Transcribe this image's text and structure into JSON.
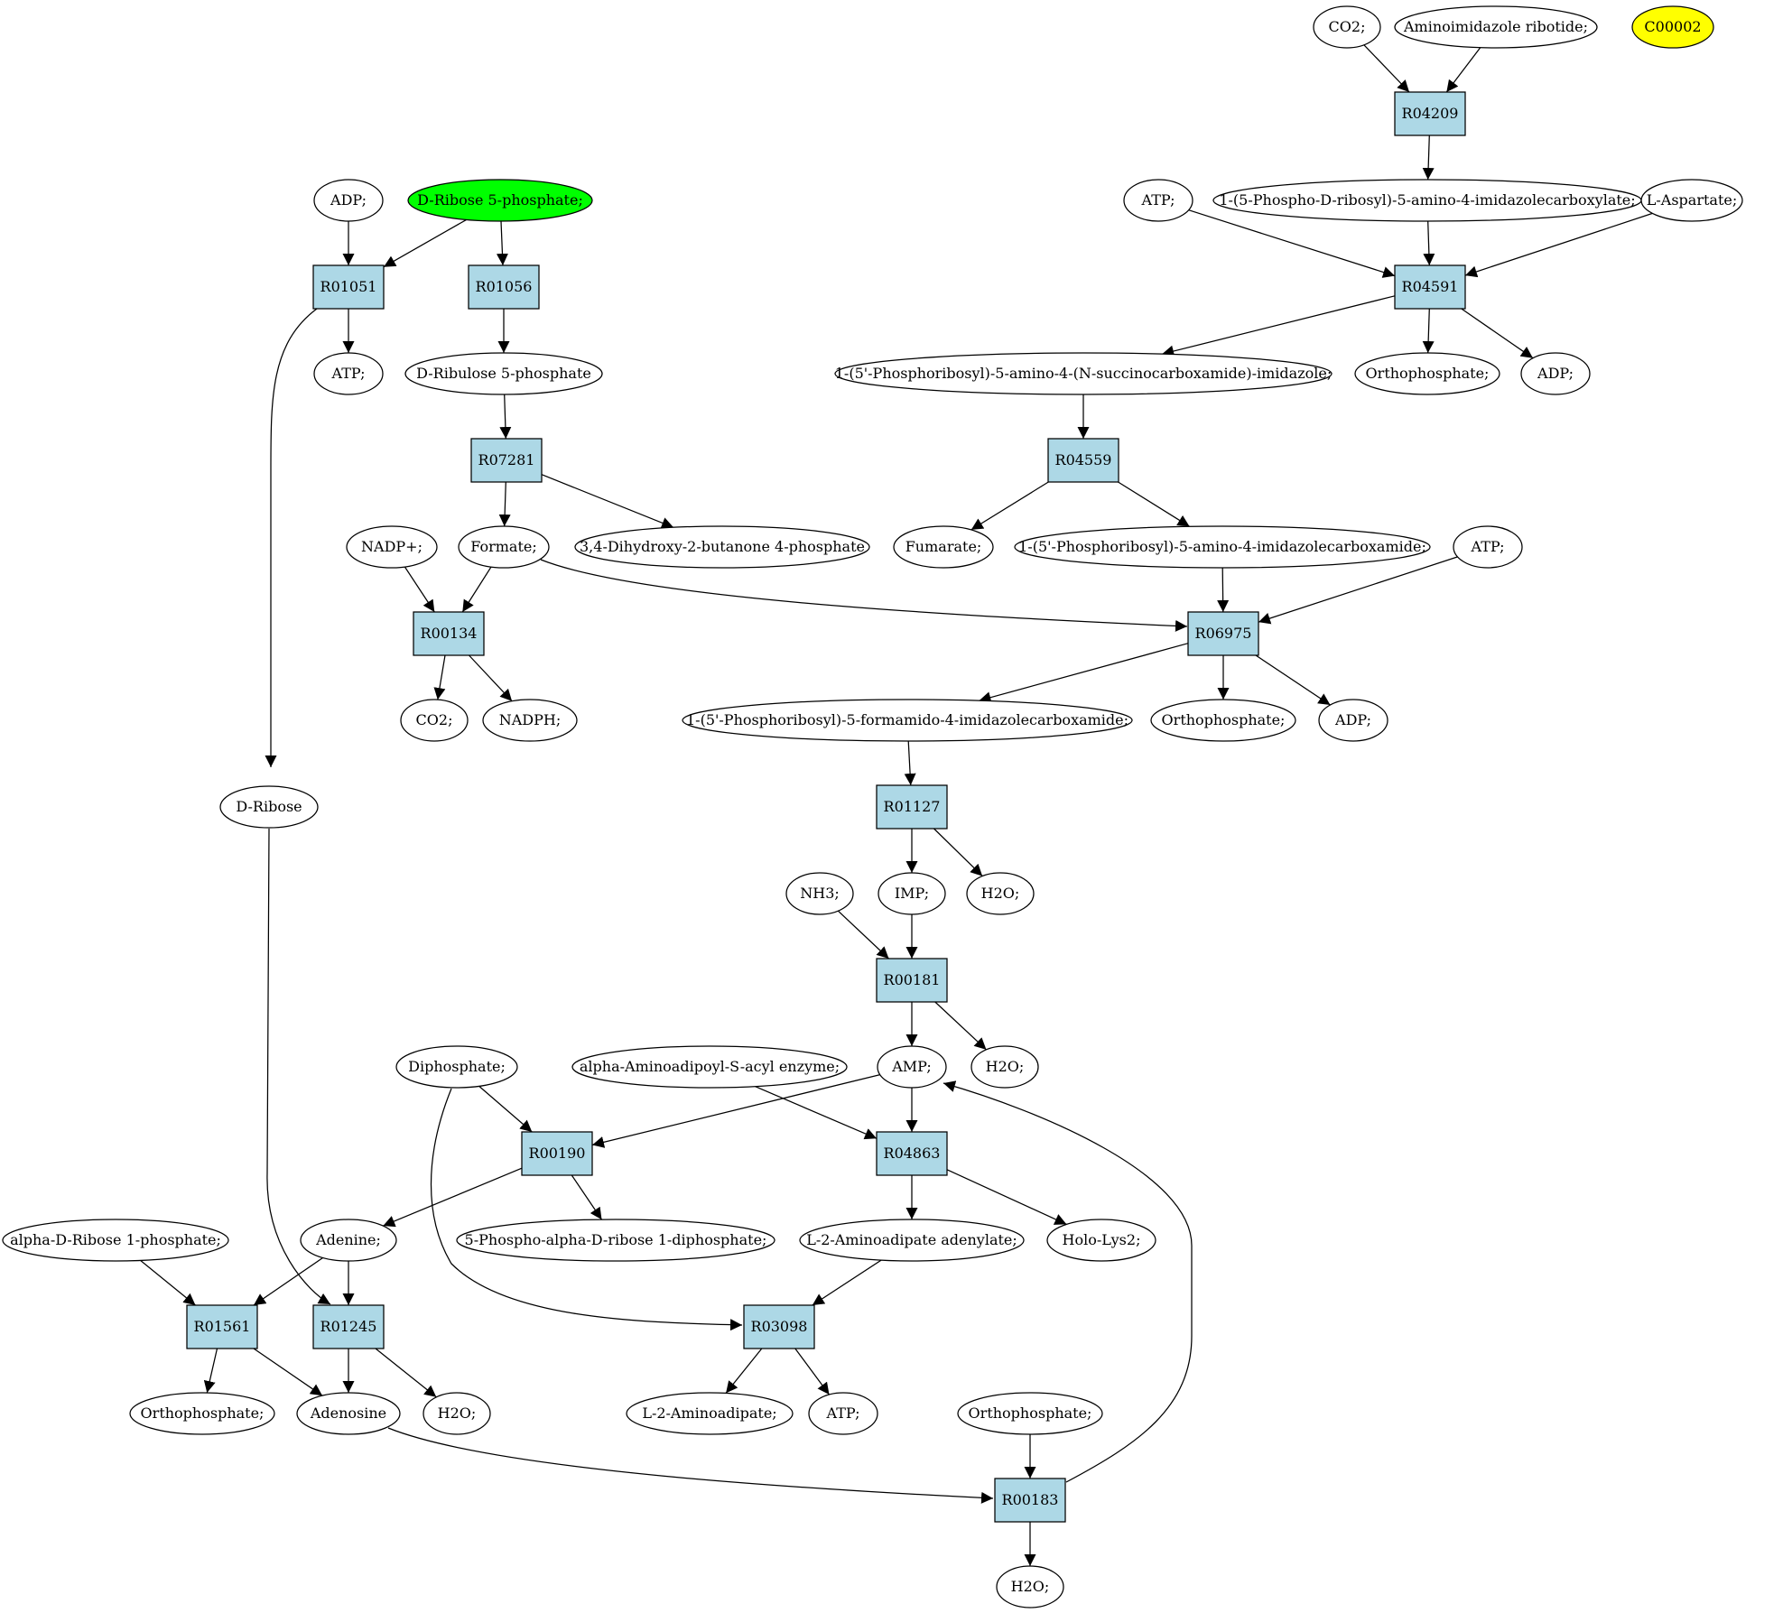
{
  "colors": {
    "reaction_fill": "#add8e6",
    "highlight_green": "#00ff00",
    "highlight_yellow": "#ffff00",
    "compound_fill": "#ffffff"
  },
  "reactions": [
    {
      "id": "R04209",
      "label": "R04209"
    },
    {
      "id": "R04591",
      "label": "R04591"
    },
    {
      "id": "R01051",
      "label": "R01051"
    },
    {
      "id": "R01056",
      "label": "R01056"
    },
    {
      "id": "R07281",
      "label": "R07281"
    },
    {
      "id": "R04559",
      "label": "R04559"
    },
    {
      "id": "R00134",
      "label": "R00134"
    },
    {
      "id": "R06975",
      "label": "R06975"
    },
    {
      "id": "R01127",
      "label": "R01127"
    },
    {
      "id": "R00181",
      "label": "R00181"
    },
    {
      "id": "R00190",
      "label": "R00190"
    },
    {
      "id": "R04863",
      "label": "R04863"
    },
    {
      "id": "R01561",
      "label": "R01561"
    },
    {
      "id": "R01245",
      "label": "R01245"
    },
    {
      "id": "R03098",
      "label": "R03098"
    },
    {
      "id": "R00183",
      "label": "R00183"
    }
  ],
  "compounds": [
    {
      "id": "co2_top",
      "label": "CO2;"
    },
    {
      "id": "aminoimidazole_ribotide",
      "label": "Aminoimidazole ribotide;"
    },
    {
      "id": "c00002",
      "label": "C00002",
      "highlight": "yellow"
    },
    {
      "id": "adp_top_left",
      "label": "ADP;"
    },
    {
      "id": "d_ribose_5_phosphate",
      "label": "D-Ribose 5-phosphate;",
      "highlight": "green"
    },
    {
      "id": "atp_r04591",
      "label": "ATP;"
    },
    {
      "id": "phospho_ribosyl_carboxylate",
      "label": "1-(5-Phospho-D-ribosyl)-5-amino-4-imidazolecarboxylate;"
    },
    {
      "id": "l_aspartate",
      "label": "L-Aspartate;"
    },
    {
      "id": "atp_r01051",
      "label": "ATP;"
    },
    {
      "id": "d_ribulose_5_phosphate",
      "label": "D-Ribulose 5-phosphate"
    },
    {
      "id": "succinocarboxamide",
      "label": "1-(5'-Phosphoribosyl)-5-amino-4-(N-succinocarboxamide)-imidazole;"
    },
    {
      "id": "orthophosphate_r04591",
      "label": "Orthophosphate;"
    },
    {
      "id": "adp_r04591",
      "label": "ADP;"
    },
    {
      "id": "nadp_plus",
      "label": "NADP+;"
    },
    {
      "id": "formate",
      "label": "Formate;"
    },
    {
      "id": "dihydroxy_butanone_phosphate",
      "label": "3,4-Dihydroxy-2-butanone 4-phosphate"
    },
    {
      "id": "fumarate",
      "label": "Fumarate;"
    },
    {
      "id": "aicar",
      "label": "1-(5'-Phosphoribosyl)-5-amino-4-imidazolecarboxamide;"
    },
    {
      "id": "atp_r06975",
      "label": "ATP;"
    },
    {
      "id": "co2_r00134",
      "label": "CO2;"
    },
    {
      "id": "nadph",
      "label": "NADPH;"
    },
    {
      "id": "faicar",
      "label": "1-(5'-Phosphoribosyl)-5-formamido-4-imidazolecarboxamide;"
    },
    {
      "id": "orthophosphate_r06975",
      "label": "Orthophosphate;"
    },
    {
      "id": "adp_r06975",
      "label": "ADP;"
    },
    {
      "id": "d_ribose",
      "label": "D-Ribose"
    },
    {
      "id": "nh3",
      "label": "NH3;"
    },
    {
      "id": "imp",
      "label": "IMP;"
    },
    {
      "id": "h2o_r01127",
      "label": "H2O;"
    },
    {
      "id": "diphosphate",
      "label": "Diphosphate;"
    },
    {
      "id": "aminoadipoyl_enzyme",
      "label": "alpha-Aminoadipoyl-S-acyl enzyme;"
    },
    {
      "id": "amp",
      "label": "AMP;"
    },
    {
      "id": "h2o_r00181",
      "label": "H2O;"
    },
    {
      "id": "alpha_d_ribose_1_phosphate",
      "label": "alpha-D-Ribose 1-phosphate;"
    },
    {
      "id": "adenine",
      "label": "Adenine;"
    },
    {
      "id": "prpp",
      "label": "5-Phospho-alpha-D-ribose 1-diphosphate;"
    },
    {
      "id": "aminoadipate_adenylate",
      "label": "L-2-Aminoadipate adenylate;"
    },
    {
      "id": "holo_lys2",
      "label": "Holo-Lys2;"
    },
    {
      "id": "orthophosphate_r01561",
      "label": "Orthophosphate;"
    },
    {
      "id": "adenosine",
      "label": "Adenosine"
    },
    {
      "id": "h2o_r01245",
      "label": "H2O;"
    },
    {
      "id": "l_2_aminoadipate",
      "label": "L-2-Aminoadipate;"
    },
    {
      "id": "atp_r03098",
      "label": "ATP;"
    },
    {
      "id": "orthophosphate_r00183",
      "label": "Orthophosphate;"
    },
    {
      "id": "h2o_r00183",
      "label": "H2O;"
    }
  ],
  "edges": [
    [
      "co2_top",
      "R04209"
    ],
    [
      "aminoimidazole_ribotide",
      "R04209"
    ],
    [
      "R04209",
      "phospho_ribosyl_carboxylate"
    ],
    [
      "atp_r04591",
      "R04591"
    ],
    [
      "phospho_ribosyl_carboxylate",
      "R04591"
    ],
    [
      "l_aspartate",
      "R04591"
    ],
    [
      "R04591",
      "succinocarboxamide"
    ],
    [
      "R04591",
      "orthophosphate_r04591"
    ],
    [
      "R04591",
      "adp_r04591"
    ],
    [
      "succinocarboxamide",
      "R04559"
    ],
    [
      "R04559",
      "fumarate"
    ],
    [
      "R04559",
      "aicar"
    ],
    [
      "adp_top_left",
      "R01051"
    ],
    [
      "d_ribose_5_phosphate",
      "R01051"
    ],
    [
      "d_ribose_5_phosphate",
      "R01056"
    ],
    [
      "R01051",
      "atp_r01051"
    ],
    [
      "R01051",
      "d_ribose"
    ],
    [
      "R01056",
      "d_ribulose_5_phosphate"
    ],
    [
      "d_ribulose_5_phosphate",
      "R07281"
    ],
    [
      "R07281",
      "formate"
    ],
    [
      "R07281",
      "dihydroxy_butanone_phosphate"
    ],
    [
      "nadp_plus",
      "R00134"
    ],
    [
      "formate",
      "R00134"
    ],
    [
      "formate",
      "R06975"
    ],
    [
      "R00134",
      "co2_r00134"
    ],
    [
      "R00134",
      "nadph"
    ],
    [
      "aicar",
      "R06975"
    ],
    [
      "atp_r06975",
      "R06975"
    ],
    [
      "R06975",
      "faicar"
    ],
    [
      "R06975",
      "orthophosphate_r06975"
    ],
    [
      "R06975",
      "adp_r06975"
    ],
    [
      "faicar",
      "R01127"
    ],
    [
      "R01127",
      "imp"
    ],
    [
      "R01127",
      "h2o_r01127"
    ],
    [
      "nh3",
      "R00181"
    ],
    [
      "imp",
      "R00181"
    ],
    [
      "R00181",
      "amp"
    ],
    [
      "R00181",
      "h2o_r00181"
    ],
    [
      "diphosphate",
      "R00190"
    ],
    [
      "amp",
      "R00190"
    ],
    [
      "aminoadipoyl_enzyme",
      "R04863"
    ],
    [
      "amp",
      "R04863"
    ],
    [
      "R00190",
      "adenine"
    ],
    [
      "R00190",
      "prpp"
    ],
    [
      "R04863",
      "aminoadipate_adenylate"
    ],
    [
      "R04863",
      "holo_lys2"
    ],
    [
      "alpha_d_ribose_1_phosphate",
      "R01561"
    ],
    [
      "adenine",
      "R01561"
    ],
    [
      "adenine",
      "R01245"
    ],
    [
      "d_ribose",
      "R01245"
    ],
    [
      "R01561",
      "orthophosphate_r01561"
    ],
    [
      "R01561",
      "adenosine"
    ],
    [
      "R01245",
      "adenosine"
    ],
    [
      "R01245",
      "h2o_r01245"
    ],
    [
      "diphosphate",
      "R03098"
    ],
    [
      "aminoadipate_adenylate",
      "R03098"
    ],
    [
      "R03098",
      "l_2_aminoadipate"
    ],
    [
      "R03098",
      "atp_r03098"
    ],
    [
      "adenosine",
      "R00183"
    ],
    [
      "orthophosphate_r00183",
      "R00183"
    ],
    [
      "R00183",
      "h2o_r00183"
    ],
    [
      "R00183",
      "amp"
    ]
  ]
}
